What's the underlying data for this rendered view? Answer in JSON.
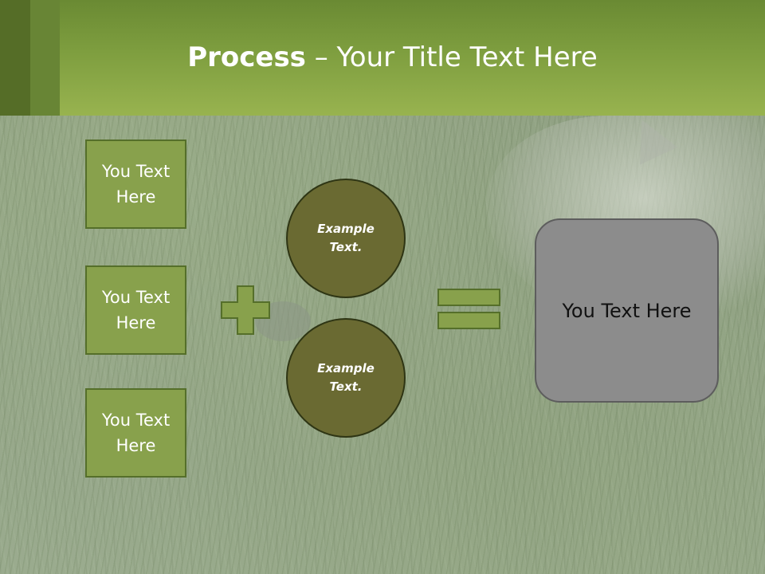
{
  "slide": {
    "title_bold": "Process",
    "title_rest": " – Your Title Text Here"
  },
  "left_boxes": [
    {
      "text": "You Text Here"
    },
    {
      "text": "You Text Here"
    },
    {
      "text": "You Text Here"
    }
  ],
  "circles": [
    {
      "text": "Example Text."
    },
    {
      "text": "Example Text."
    }
  ],
  "result": {
    "text": "You Text Here"
  },
  "icons": {
    "plus": "plus-icon",
    "equals": "equals-icon"
  },
  "colors": {
    "header": "#7e9e3f",
    "box_fill": "#88a14c",
    "circle_fill": "#6a6a32",
    "result_fill": "#8c8c8c"
  }
}
